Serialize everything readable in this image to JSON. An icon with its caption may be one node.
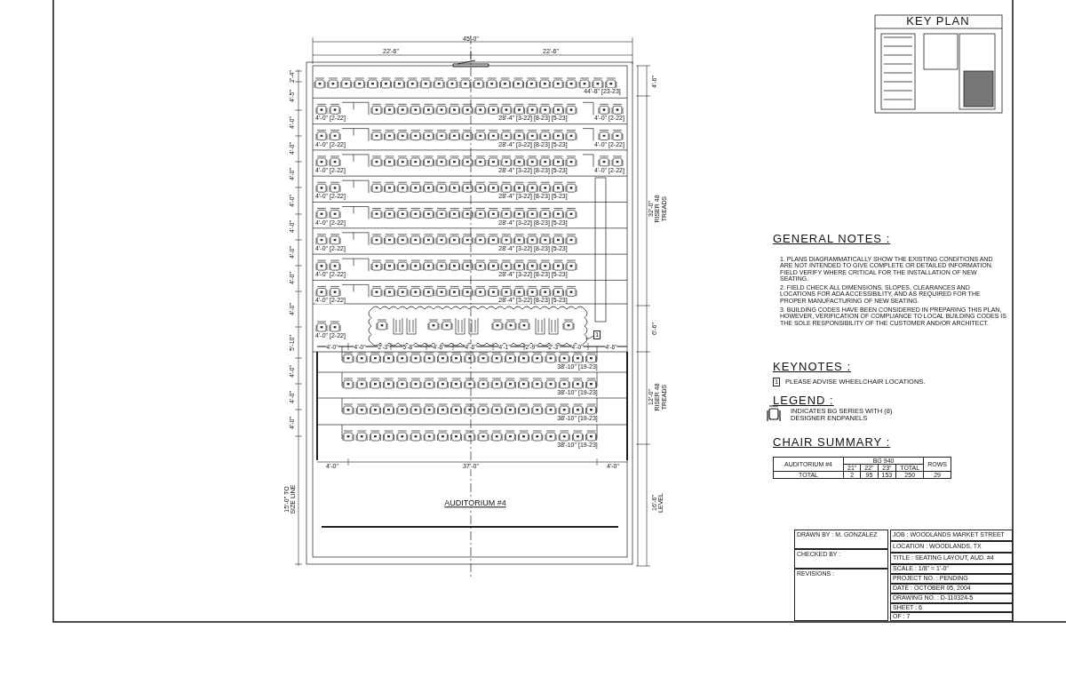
{
  "diagram": {
    "nodes": [
      {
        "text": [
          "1"
        ]
      },
      {
        "text": [],
        "shape": "cloud"
      }
    ],
    "edges": [
      {
        "from": 0,
        "to": 1,
        "arrow": "none"
      }
    ],
    "labels": [
      "KEY PLAN",
      "45'-0\"",
      "22'-6\"",
      "22'-6\"",
      "44'-8\" [23-23]",
      "4'-0\" [2-22]",
      "28'-4\" [3-22] [8-23] [5-23]",
      "4'-0\" [2-22]",
      "4'-0\" [2-22]",
      "28'-4\" [3-22] [8-23] [5-23]",
      "4'-0\" [2-22]",
      "4'-0\" [2-22]",
      "28'-4\" [3-22] [8-23] [5-23]",
      "4'-0\" [2-22]",
      "4'-0\" [2-22]",
      "28'-4\" [3-22] [8-23] [5-23]",
      "4'-0\" [2-22]",
      "28'-4\" [3-22] [8-23] [5-23]",
      "4'-0\" [2-22]",
      "28'-4\" [3-22] [8-23] [5-23]",
      "4'-0\" [2-22]",
      "28'-4\" [3-22] [8-23] [5-23]",
      "4'-0\" [2-22]",
      "28'-4\" [3-22] [8-23] [5-23]",
      "4'-0\" [2-22]",
      "4'-0\"",
      "4'-0\"",
      "2'-3\"",
      "5'-8\"",
      "4'-6\"",
      "4'-6\"",
      "4'-1\"",
      "2'-9\"",
      "2'-3\"",
      "4'-0\"",
      "4'-6\"",
      "38'-10\" [19-23]",
      "38'-10\" [19-23]",
      "38'-10\" [19-23]",
      "38'-10\" [19-23]",
      "4'-0\"",
      "37'-0\"",
      "4'-0\"",
      "AUDITORIUM #4",
      "2'-4\"",
      "4'-5\"",
      "4'-0\"",
      "4'-0\"",
      "4'-0\"",
      "4'-0\"",
      "4'-0\"",
      "4'-0\"",
      "4'-0\"",
      "4'-0\"",
      "5'-10\"",
      "4'-0\"",
      "4'-0\"",
      "4'-0\"",
      "15'-0\" TO SIZE LINE",
      "4'-6\"",
      "32'-0\" RISER 48 TREADS",
      "6'-6\"",
      "12'-0\" RISER 48 TREADS",
      "16'-6\" LEVEL",
      "GENERAL NOTES :",
      "1. PLANS DIAGRAMMATICALLY SHOW THE EXISTING CONDITIONS AND ARE NOT INTENDED TO GIVE COMPLETE OR DETAILED INFORMATION. FIELD VERIFY WHERE CRITICAL FOR THE INSTALLATION OF NEW SEATING.",
      "2. FIELD CHECK ALL DIMENSIONS, SLOPES, CLEARANCES AND LOCATIONS FOR ADA ACCESSIBILITY, AND AS REQUIRED FOR THE PROPER MANUFACTURING OF NEW SEATING.",
      "3. BUILDING CODES HAVE BEEN CONSIDERED IN PREPARING THIS PLAN, HOWEVER, VERIFICATION OF COMPLIANCE TO LOCAL BUILDING CODES IS THE SOLE RESPONSIBILITY OF THE CUSTOMER AND/OR ARCHITECT.",
      "KEYNOTES :",
      "1",
      "PLEASE ADVISE WHEELCHAIR LOCATIONS.",
      "LEGEND :",
      "CHAIR SUMMARY :",
      "AUDITORIUM #4",
      "BG 940",
      "ROWS",
      "21\"",
      "22\"",
      "23\"",
      "TOTAL",
      "TOTAL",
      "2",
      "95",
      "153",
      "250",
      "29",
      "DRAWN BY : M. GONZALEZ",
      "CHECKED BY :",
      "REVISIONS :",
      "JOB : WOODLANDS MARKET STREET",
      "LOCATION : WOODLANDS, TX",
      "TITLE : SEATING LAYOUT, AUD. #4",
      "SCALE : 1/8\" = 1'-0\"",
      "PROJECT NO. : PENDING",
      "DATE : OCTOBER 05, 2004",
      "DRAWING NO. : D-110324-5",
      "SHEET : 6",
      "OF : 7"
    ],
    "legend": [
      {
        "text": "INDICATES BG SERIES WITH (8) DESIGNER ENDPANELS"
      }
    ]
  }
}
